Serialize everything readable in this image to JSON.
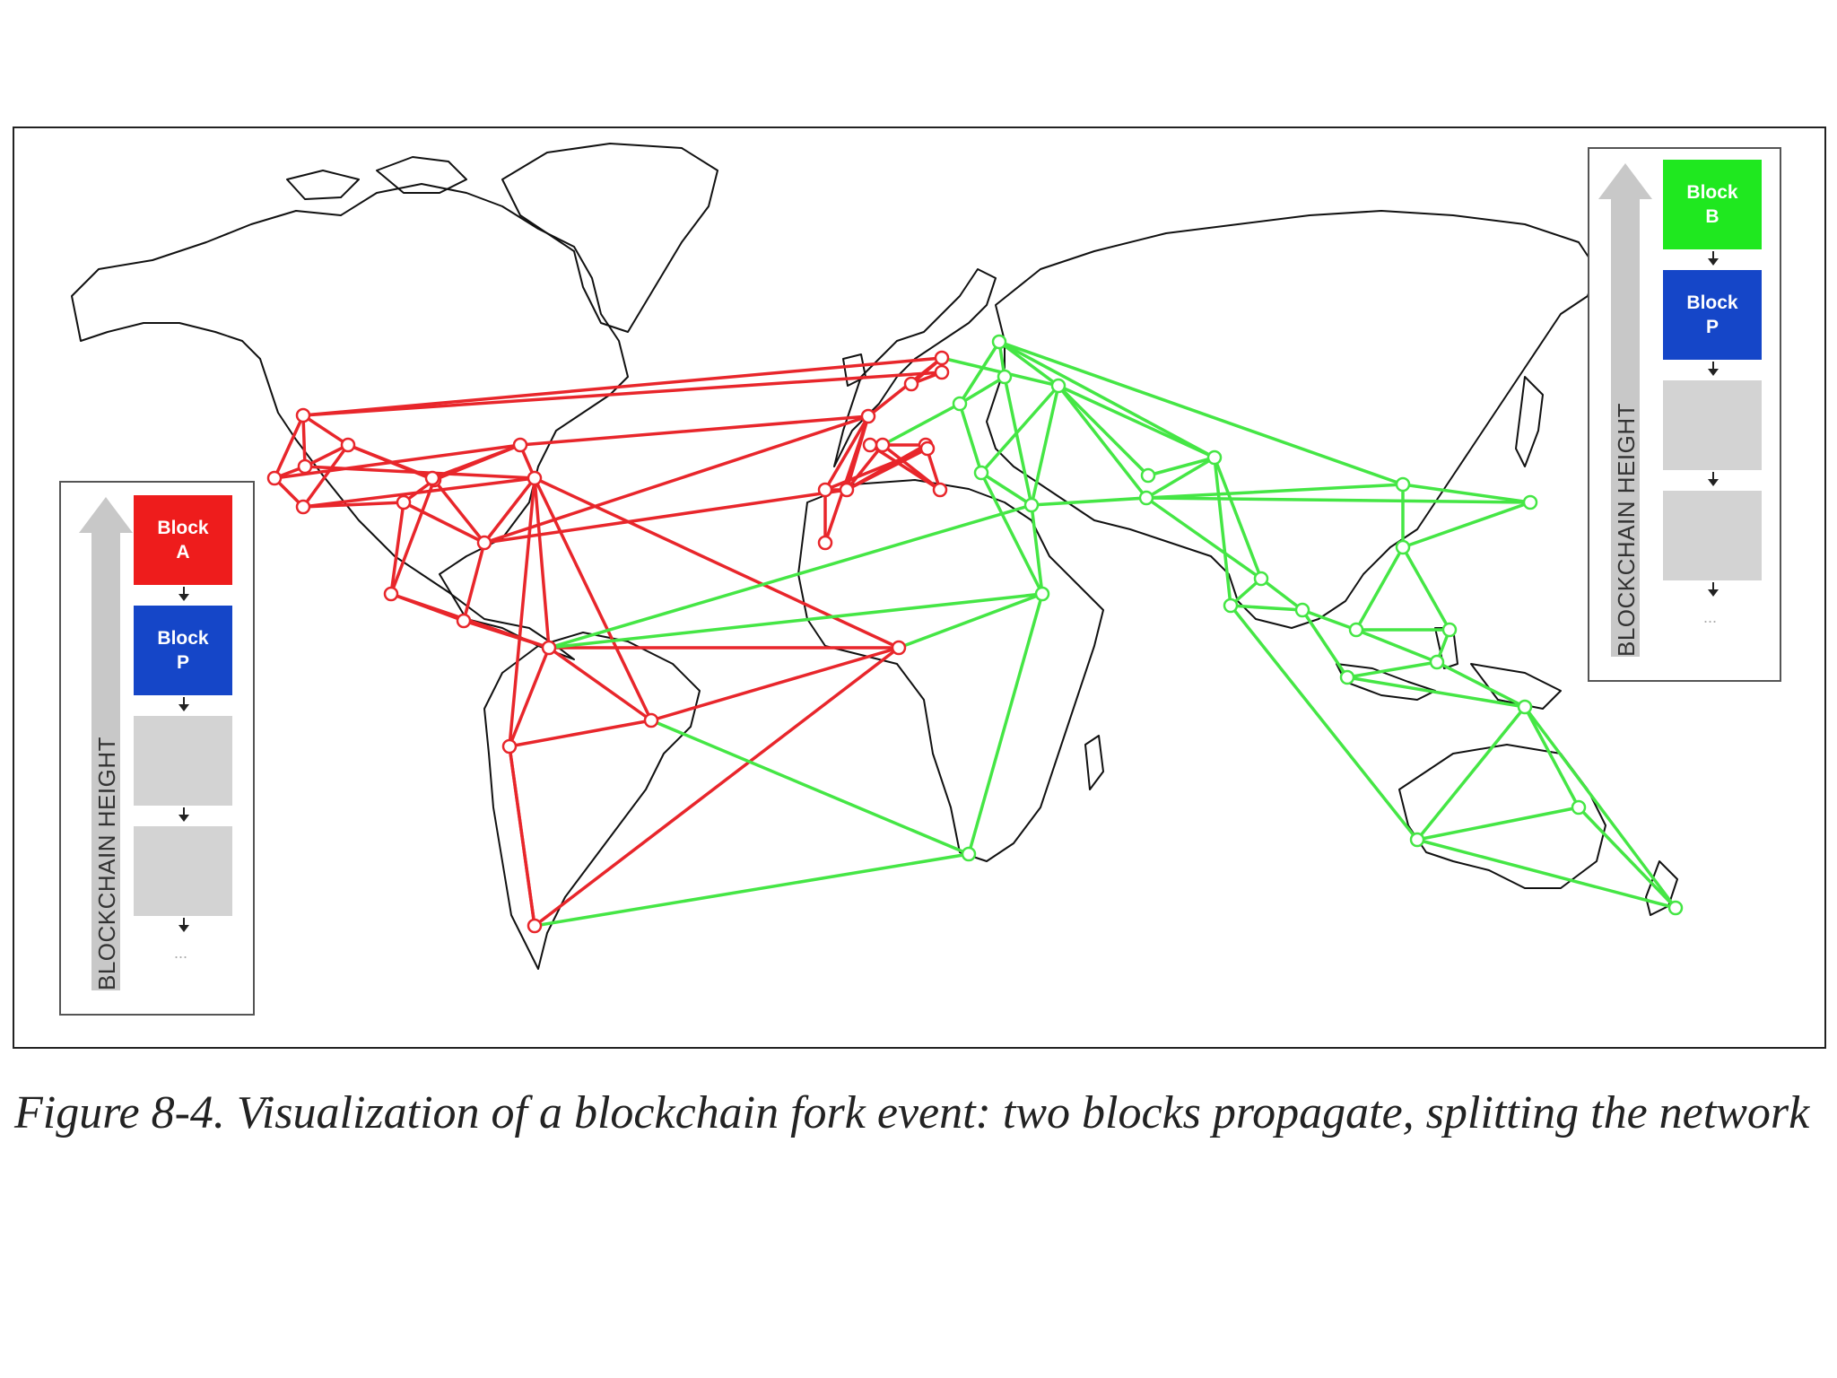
{
  "left_panel": {
    "axis_label": "BLOCKCHAIN HEIGHT",
    "blocks": [
      {
        "label": "Block\nA",
        "color": "#ee1c1c"
      },
      {
        "label": "Block\nP",
        "color": "#1546c8"
      },
      {
        "label": ""
      },
      {
        "label": ""
      }
    ],
    "ellipsis": "..."
  },
  "right_panel": {
    "axis_label": "BLOCKCHAIN HEIGHT",
    "blocks": [
      {
        "label": "Block\nB",
        "color": "#1fe81f"
      },
      {
        "label": "Block\nP",
        "color": "#1546c8"
      },
      {
        "label": ""
      },
      {
        "label": ""
      }
    ],
    "ellipsis": "..."
  },
  "network": {
    "red_color": "#e8262b",
    "green_color": "#45e645"
  },
  "caption": "Figure 8-4. Visualization of a blockchain fork event: two blocks propagate, splitting the network"
}
